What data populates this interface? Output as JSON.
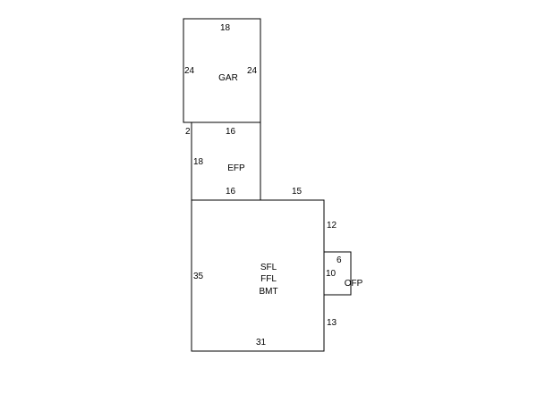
{
  "sketch": {
    "areas": {
      "garage": {
        "label": "GAR",
        "dims": {
          "top": "18",
          "left": "24",
          "right": "24"
        }
      },
      "porch": {
        "label": "EFP",
        "dims": {
          "top": "16",
          "offset": "2",
          "left": "18",
          "bottom": "16"
        }
      },
      "main": {
        "labels": [
          "SFL",
          "FFL",
          "BMT"
        ],
        "dims": {
          "top_right": "15",
          "right_upper": "12",
          "right_middle": "10",
          "right_lower": "13",
          "left": "35",
          "bottom": "31"
        }
      },
      "open_porch": {
        "label": "OFP",
        "dims": {
          "top": "6"
        }
      }
    }
  }
}
